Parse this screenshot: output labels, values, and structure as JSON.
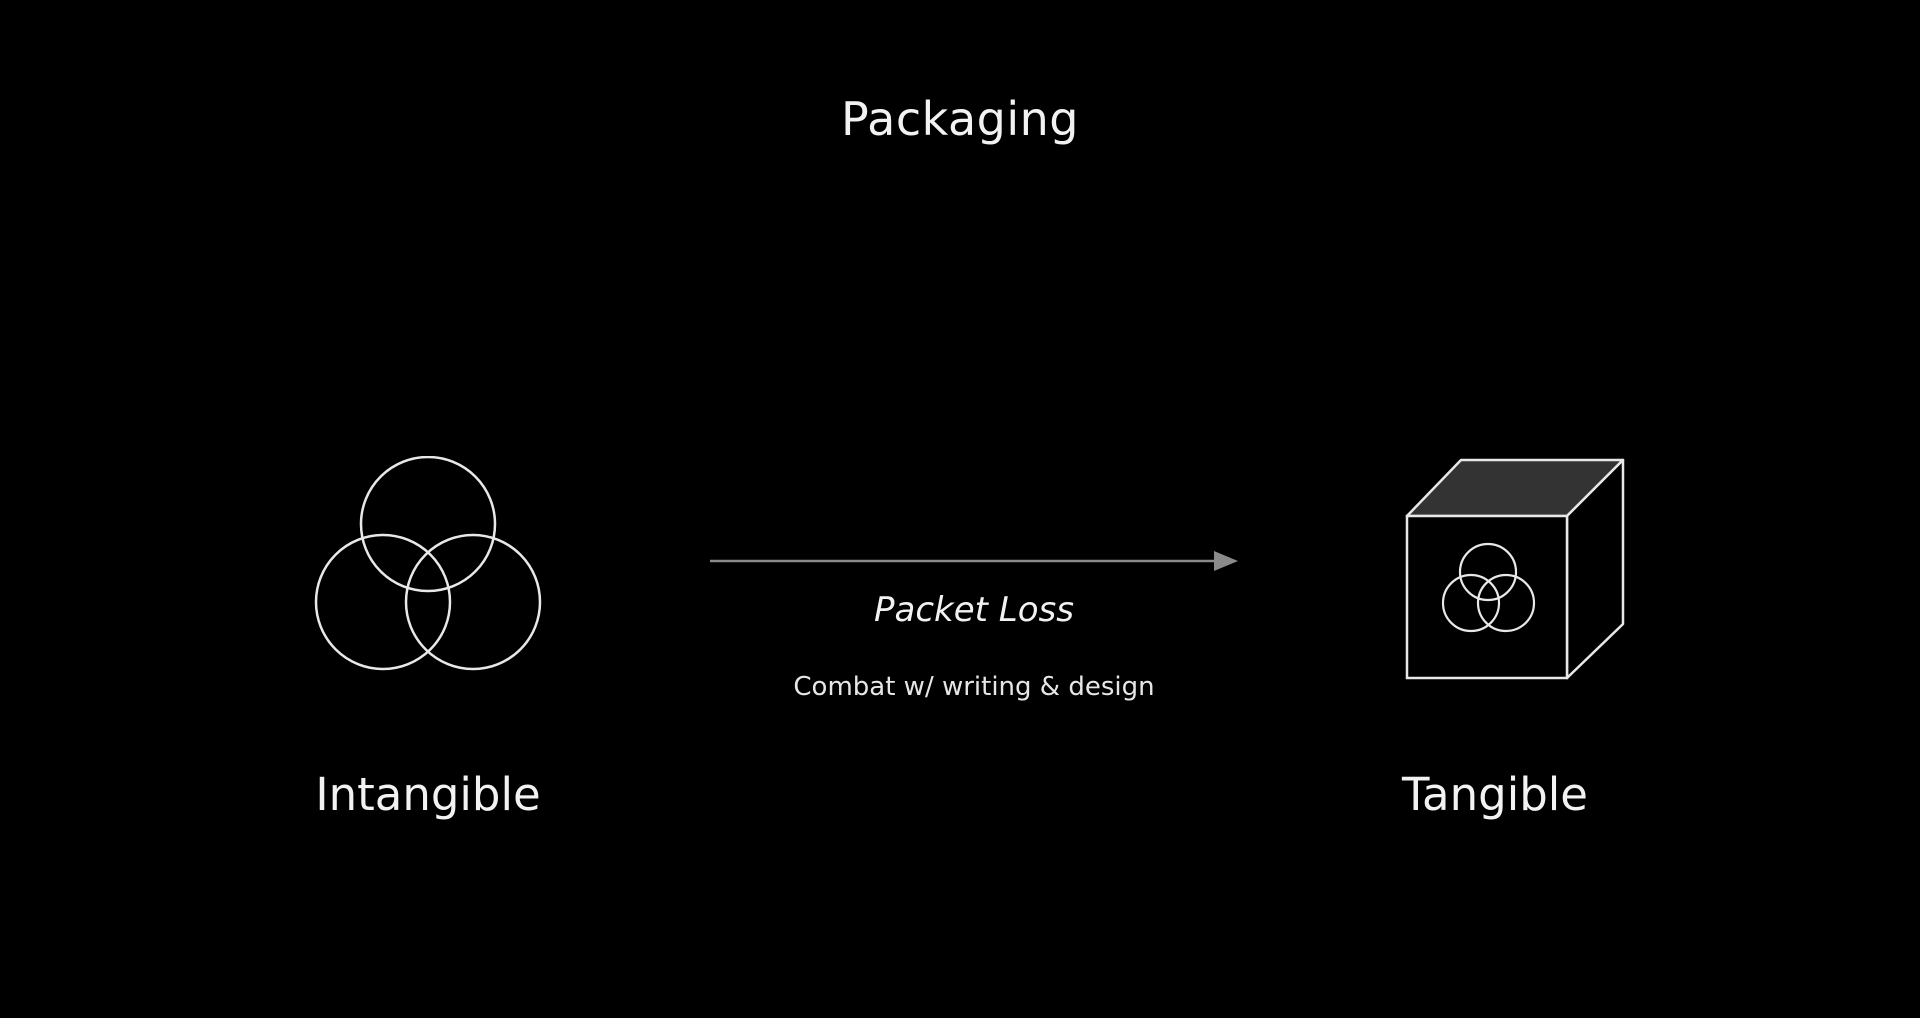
{
  "title": "Packaging",
  "nodes": {
    "left": {
      "label": "Intangible",
      "icon": "three-circles-venn-icon"
    },
    "right": {
      "label": "Tangible",
      "icon": "cube-with-venn-icon"
    }
  },
  "edge": {
    "label": "Packet Loss",
    "sublabel": "Combat w/ writing & design",
    "icon": "arrow-right-icon"
  },
  "colors": {
    "background": "#000000",
    "stroke": "#e8e8e8",
    "text": "#f2f2f2",
    "arrow": "#8a8a8a",
    "cube_top": "#333333"
  }
}
